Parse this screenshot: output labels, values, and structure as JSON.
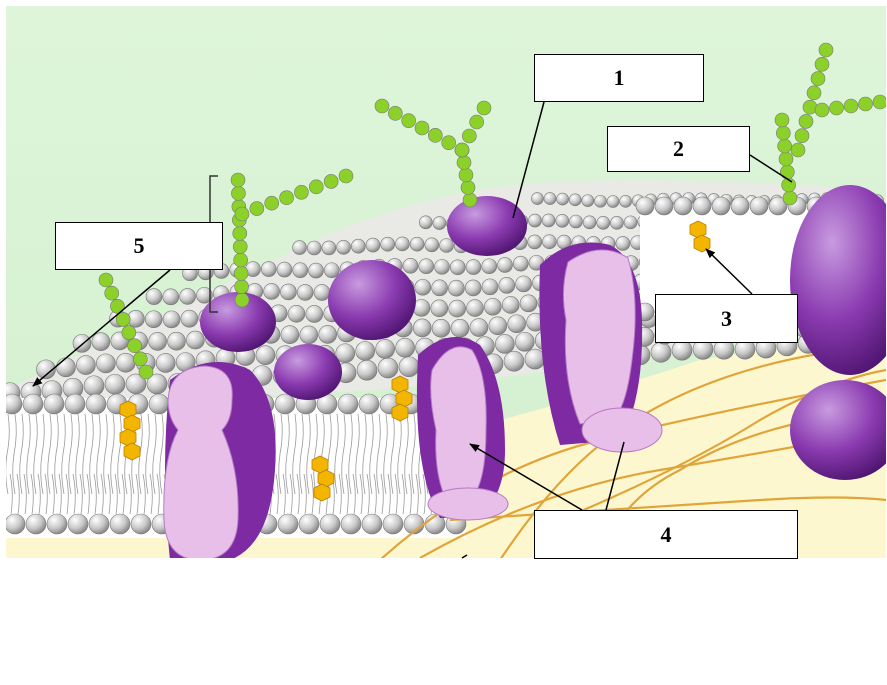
{
  "diagram": {
    "labels": [
      {
        "id": "1",
        "text": "1"
      },
      {
        "id": "2",
        "text": "2"
      },
      {
        "id": "3",
        "text": "3"
      },
      {
        "id": "4",
        "text": "4"
      },
      {
        "id": "5",
        "text": "5"
      }
    ]
  },
  "colors": {
    "extracellular": "#dff3d8",
    "cytoplasm": "#fdf6cc",
    "phospholipid_head": "#cfcfcf",
    "protein_dark": "#8a3aa8",
    "protein_light": "#e6b8e6",
    "glyco_chain": "#8cd02a",
    "cholesterol": "#f0b400",
    "cytoskeleton": "#e0a53a"
  }
}
